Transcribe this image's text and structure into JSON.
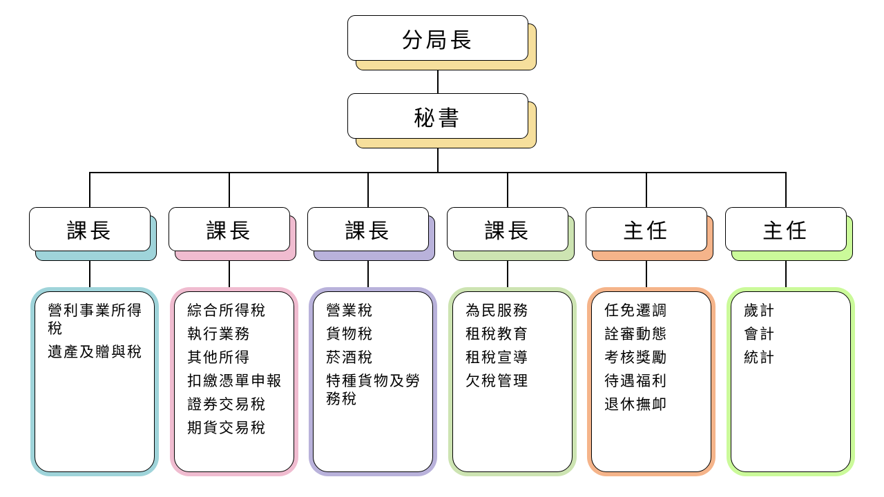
{
  "top": {
    "chief": "分局長",
    "secretary": "秘書"
  },
  "sections": [
    {
      "title": "課長",
      "color": "#9fd4da",
      "items": [
        "營利事業所得稅",
        "遺產及贈與稅"
      ]
    },
    {
      "title": "課長",
      "color": "#f0bcd0",
      "items": [
        "綜合所得稅",
        "執行業務",
        "其他所得",
        "扣繳憑單申報",
        "證券交易稅",
        "期貨交易稅"
      ]
    },
    {
      "title": "課長",
      "color": "#b9b2db",
      "items": [
        "營業稅",
        "貨物稅",
        "菸酒稅",
        "特種貨物及勞務稅"
      ]
    },
    {
      "title": "課長",
      "color": "#cde4b2",
      "items": [
        "為民服務",
        "租稅教育",
        "租稅宣導",
        "欠稅管理"
      ]
    },
    {
      "title": "主任",
      "color": "#f5b48a",
      "items": [
        "任免遷調",
        "詮審動態",
        "考核獎勵",
        "待遇福利",
        "退休撫卹"
      ]
    },
    {
      "title": "主任",
      "color": "#cbfa9a",
      "items": [
        "歲計",
        "會計",
        "統計"
      ]
    }
  ],
  "colors": {
    "top_shadow": "#f6df9c"
  }
}
